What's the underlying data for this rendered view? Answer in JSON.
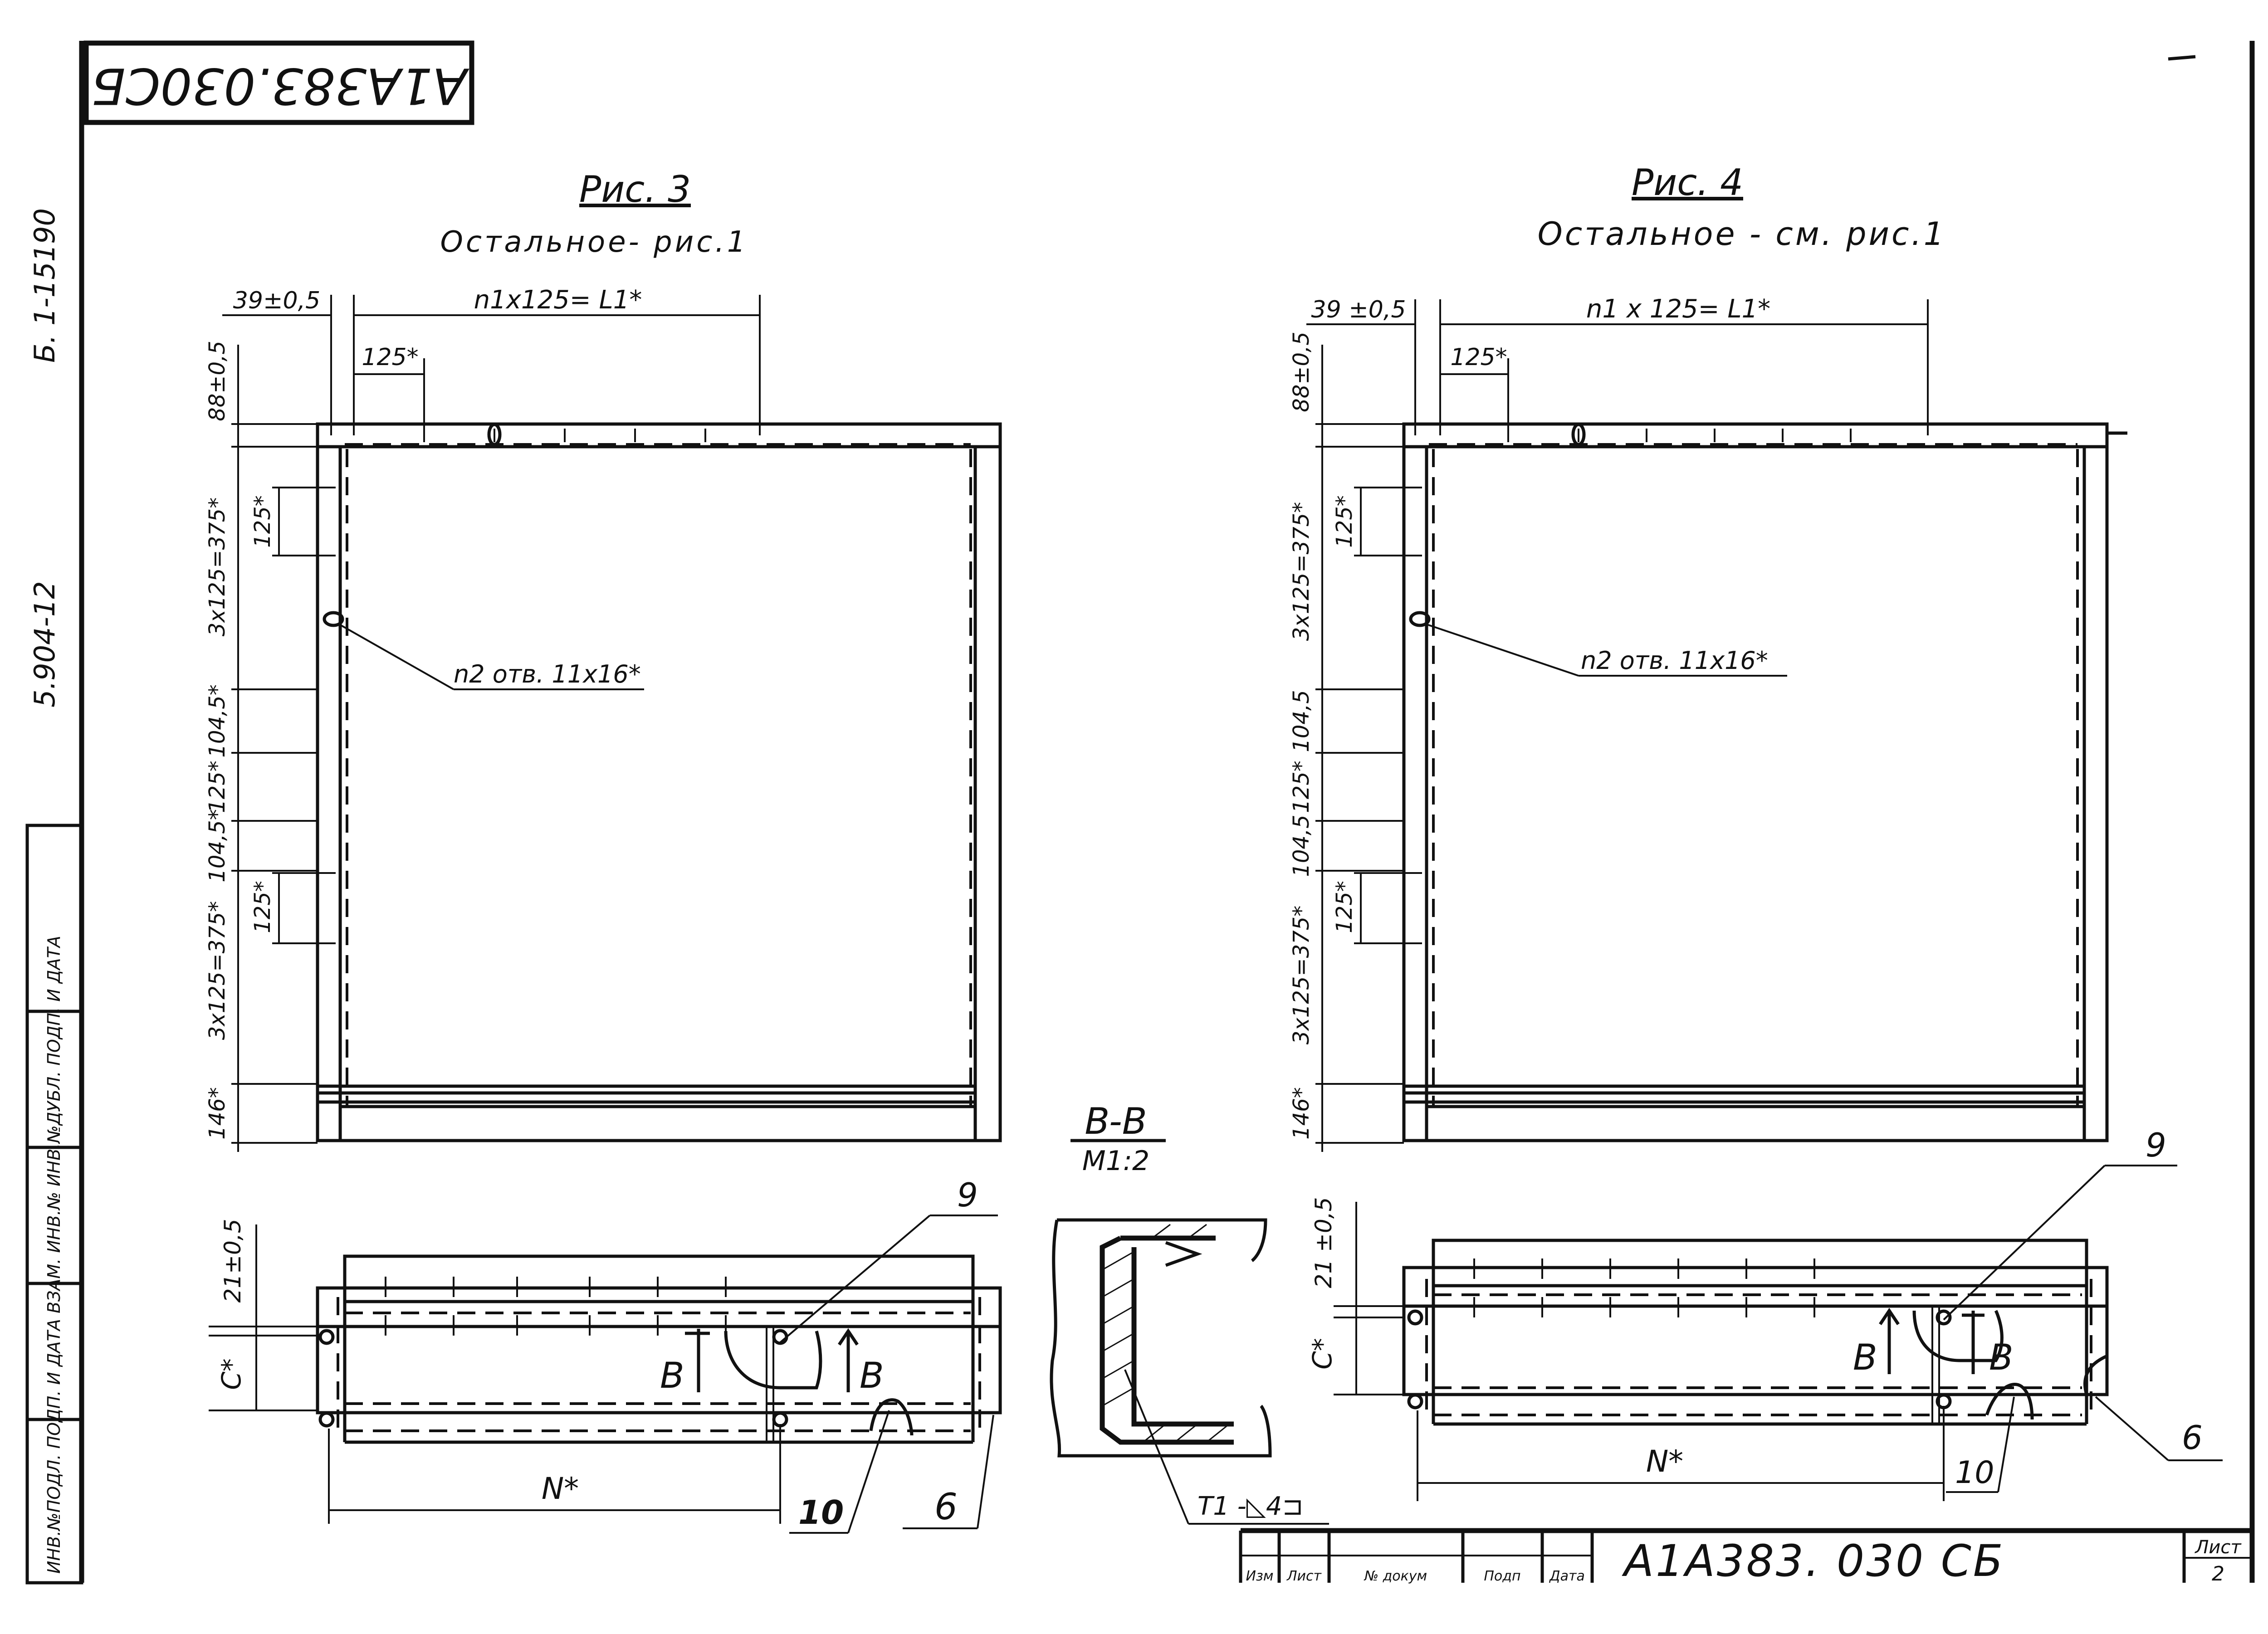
{
  "stamp": "A1A383.030СБ",
  "side_labels": [
    "Б. 1-15190",
    "5.904-12"
  ],
  "side_table_text": "ИНВ.№ПОДЛ.  ПОДП. И ДАТА  ВЗАМ. ИНВ.№  ИНВ.№ДУБЛ.  ПОДП. И ДАТА",
  "fig3": {
    "title": "Рис. 3",
    "subtitle": "Остальное- рис.1",
    "dim_top_offset": "39±0,5",
    "dim_top_run": "n1x125= L1*",
    "dim_top_pitch": "125*",
    "dim_left": [
      "88±0,5",
      "125*",
      "3x125=375*",
      "104,5*",
      "125*",
      "104,5*",
      "125*",
      "3x125=375*",
      "146*"
    ],
    "hole_note": "n2 отв. 11x16*",
    "side_dim_v": "21±0,5",
    "side_dim_c": "C*",
    "side_dim_n": "N*",
    "labels": {
      "p9": "9",
      "p10": "10",
      "p6": "6",
      "sec_left": "B",
      "sec_right": "B"
    }
  },
  "fig4": {
    "title": "Рис. 4",
    "subtitle": "Остальное - см. рис.1",
    "dim_top_offset": "39 ±0,5",
    "dim_top_run": "n1 x 125= L1*",
    "dim_top_pitch": "125*",
    "dim_left": [
      "88±0,5",
      "125*",
      "3x125=375*",
      "104,5",
      "125*",
      "104,5",
      "125*",
      "3x125=375*",
      "146*"
    ],
    "hole_note": "n2 отв. 11x16*",
    "side_dim_v": "21 ±0,5",
    "side_dim_c": "C*",
    "side_dim_n": "N*",
    "labels": {
      "p9": "9",
      "p10": "10",
      "p6": "6",
      "sec_left": "B",
      "sec_right": "B"
    }
  },
  "section": {
    "title": "B-B",
    "scale": "M1:2",
    "weld": "T1 -◺4⊐"
  },
  "title_block": {
    "doc_number": "A1A383. 030 СБ",
    "sheet_label": "Лист",
    "sheet_number": "2",
    "columns": [
      "Изм",
      "Лист",
      "№ докум",
      "Подп",
      "Дата"
    ]
  }
}
